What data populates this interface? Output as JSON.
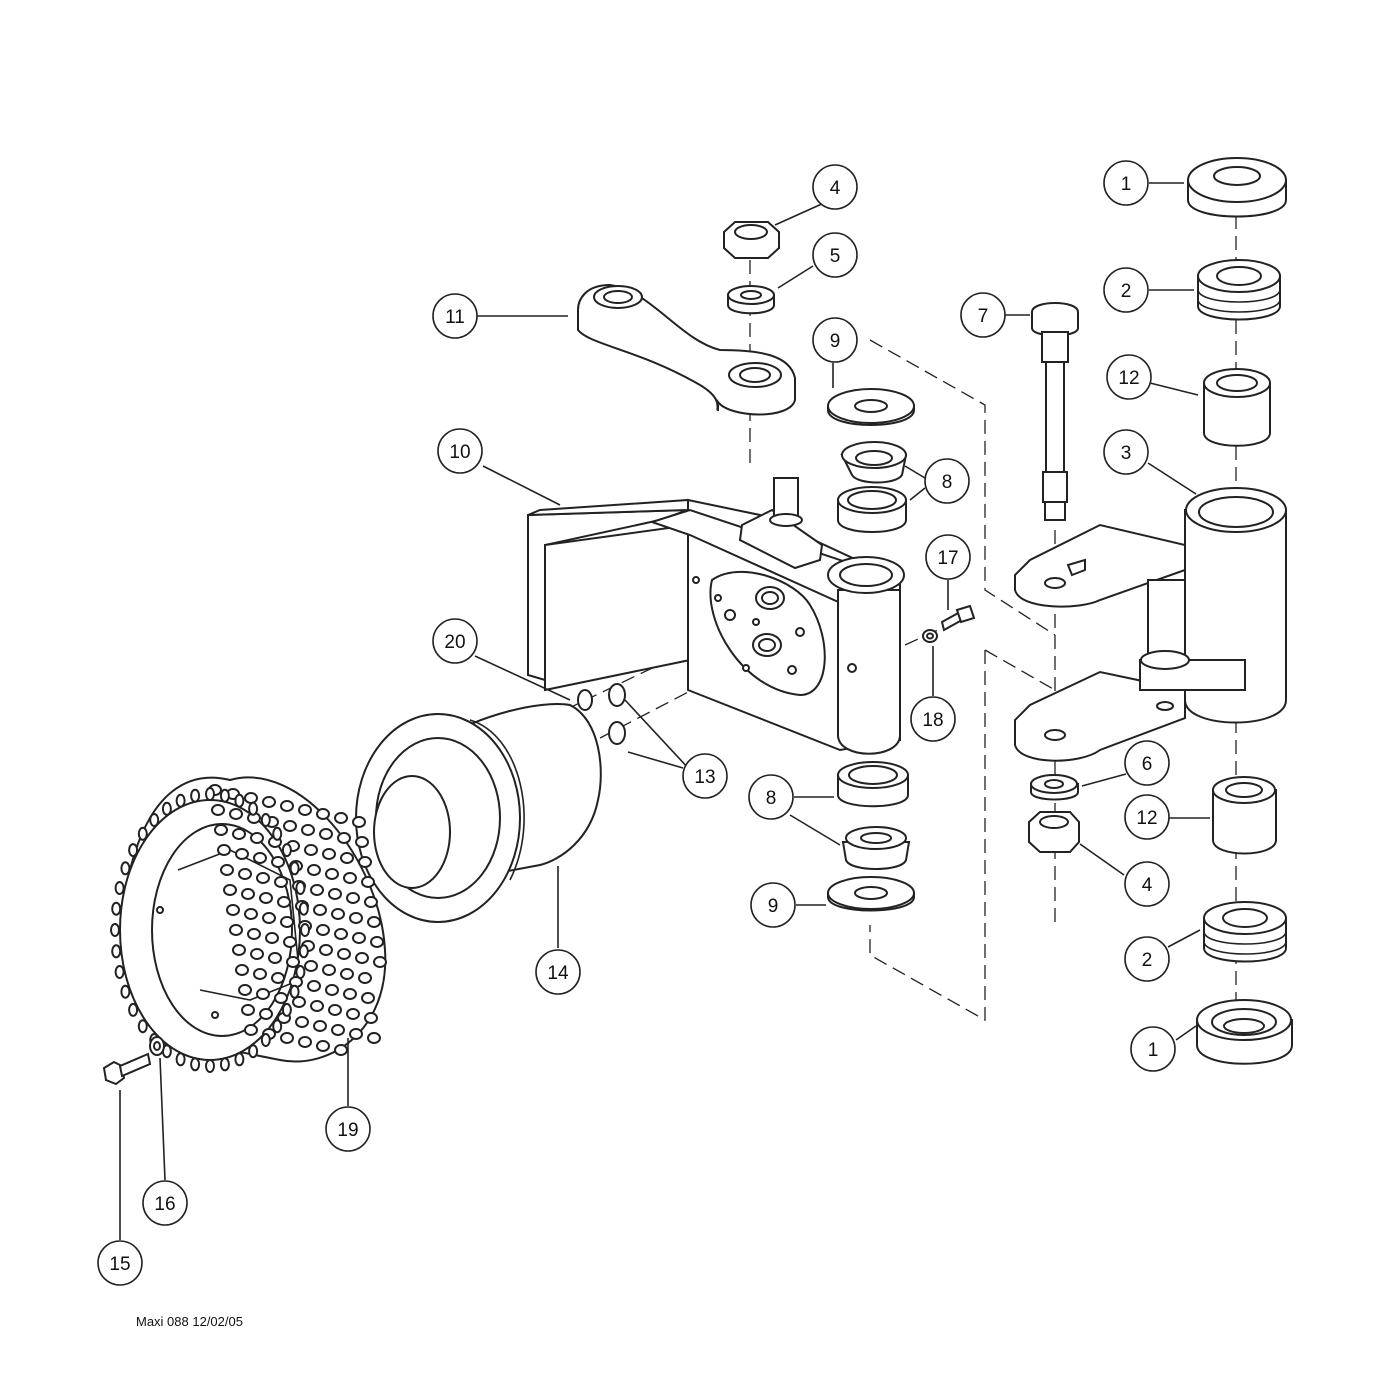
{
  "diagram": {
    "footer_text": "Maxi 088 12/02/05",
    "callouts": [
      {
        "id": "c4a",
        "label": "4"
      },
      {
        "id": "c5",
        "label": "5"
      },
      {
        "id": "c11",
        "label": "11"
      },
      {
        "id": "c9a",
        "label": "9"
      },
      {
        "id": "c10",
        "label": "10"
      },
      {
        "id": "c8a",
        "label": "8"
      },
      {
        "id": "c7",
        "label": "7"
      },
      {
        "id": "c1a",
        "label": "1"
      },
      {
        "id": "c2a",
        "label": "2"
      },
      {
        "id": "c12a",
        "label": "12"
      },
      {
        "id": "c3",
        "label": "3"
      },
      {
        "id": "c17",
        "label": "17"
      },
      {
        "id": "c18",
        "label": "18"
      },
      {
        "id": "c20",
        "label": "20"
      },
      {
        "id": "c13",
        "label": "13"
      },
      {
        "id": "c8b",
        "label": "8"
      },
      {
        "id": "c9b",
        "label": "9"
      },
      {
        "id": "c6",
        "label": "6"
      },
      {
        "id": "c12b",
        "label": "12"
      },
      {
        "id": "c4b",
        "label": "4"
      },
      {
        "id": "c2b",
        "label": "2"
      },
      {
        "id": "c1b",
        "label": "1"
      },
      {
        "id": "c14",
        "label": "14"
      },
      {
        "id": "c19",
        "label": "19"
      },
      {
        "id": "c16",
        "label": "16"
      },
      {
        "id": "c15",
        "label": "15"
      }
    ]
  }
}
